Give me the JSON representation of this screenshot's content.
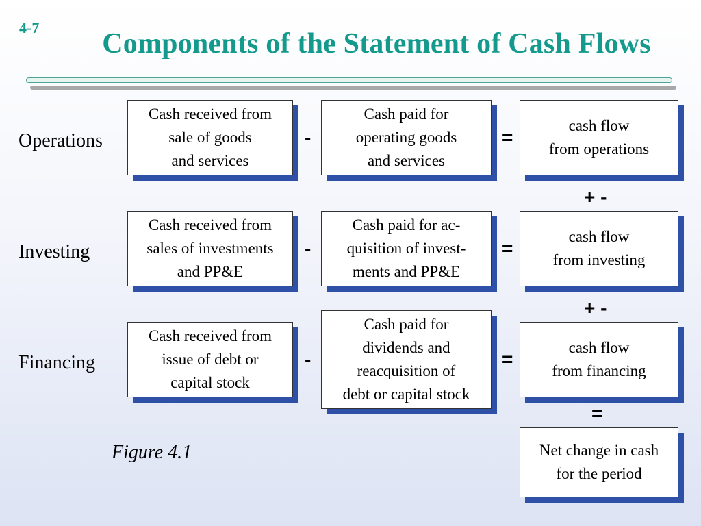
{
  "slide": {
    "number": "4-7",
    "title": "Components of the Statement of Cash Flows",
    "figure_caption": "Figure 4.1"
  },
  "rows": [
    {
      "label": "Operations",
      "received": "Cash received from\nsale of goods\nand services",
      "paid": "Cash paid for\noperating goods\nand services",
      "result": "cash flow\nfrom operations"
    },
    {
      "label": "Investing",
      "received": "Cash received from\nsales of investments\nand PP&E",
      "paid": "Cash paid for ac-\nquisition of invest-\nments and PP&E",
      "result": "cash flow\nfrom investing"
    },
    {
      "label": "Financing",
      "received": "Cash received from\nissue of debt or\ncapital stock",
      "paid": "Cash paid for\ndividends and\nreacquisition of\ndebt or capital stock",
      "result": "cash flow\nfrom financing"
    }
  ],
  "operators": {
    "minus": "-",
    "equals": "=",
    "plus_minus": "+ -"
  },
  "net_change": "Net change in cash\nfor the period"
}
